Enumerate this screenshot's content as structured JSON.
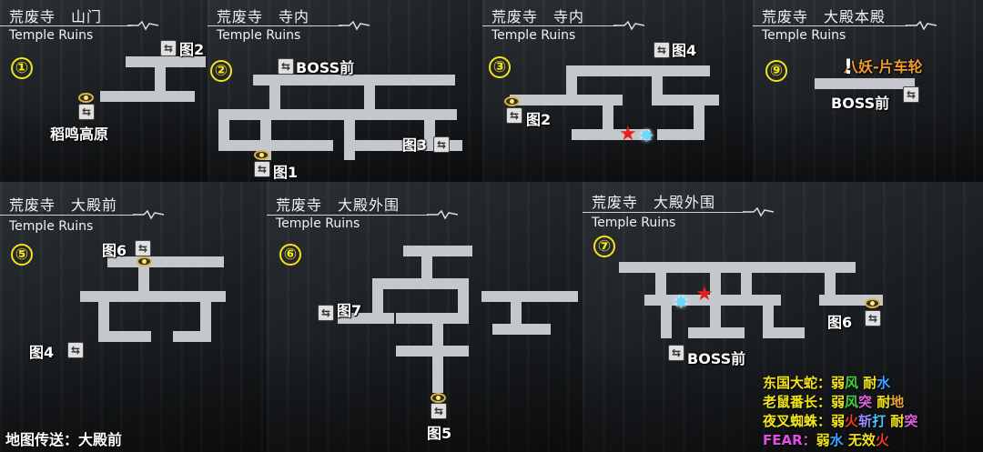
{
  "panels": [
    {
      "place": "荒废寺　山门",
      "sub": "Temple Ruins",
      "num": "①",
      "labels": {
        "warp_a": "图2",
        "eye_a": "稻鸣高原"
      }
    },
    {
      "place": "荒废寺　寺内",
      "sub": "Temple Ruins",
      "num": "②",
      "labels": {
        "warp_a": "BOSS前",
        "warp_b": "图3",
        "eye_a": "图1"
      }
    },
    {
      "place": "荒废寺　寺内",
      "sub": "Temple Ruins",
      "num": "③",
      "labels": {
        "warp_a": "图4",
        "warp_b": "图2"
      }
    },
    {
      "place": "荒废寺　大殿本殿",
      "sub": "Temple Ruins",
      "num": "⑨",
      "labels": {
        "title": "八妖-片车轮",
        "warp_a": "BOSS前",
        "bang": "!"
      }
    },
    {
      "place": "荒废寺　大殿前",
      "sub": "Temple Ruins",
      "num": "⑤",
      "labels": {
        "warp_a": "图6",
        "warp_b": "图4"
      }
    },
    {
      "place": "荒废寺　大殿外围",
      "sub": "Temple Ruins",
      "num": "⑥",
      "labels": {
        "warp_a": "图7",
        "warp_b": "图5"
      }
    },
    {
      "place": "荒废寺　大殿外围",
      "sub": "Temple Ruins",
      "num": "⑦",
      "labels": {
        "warp_a": "图6",
        "warp_b": "BOSS前"
      }
    }
  ],
  "footer": "地图传送：大殿前",
  "legend": [
    {
      "name": "东国大蛇：",
      "parts": [
        {
          "t": "弱",
          "c": "#f5e61a"
        },
        {
          "t": "风",
          "c": "#3fd13f"
        },
        {
          "t": " 耐",
          "c": "#f5e61a"
        },
        {
          "t": "水",
          "c": "#3aa0ff"
        }
      ]
    },
    {
      "name": "老鼠番长：",
      "parts": [
        {
          "t": "弱",
          "c": "#f5e61a"
        },
        {
          "t": "风",
          "c": "#3fd13f"
        },
        {
          "t": "突",
          "c": "#e060e0"
        },
        {
          "t": " 耐",
          "c": "#f5e61a"
        },
        {
          "t": "地",
          "c": "#e8a33a"
        }
      ]
    },
    {
      "name": "夜叉蜘蛛：",
      "parts": [
        {
          "t": "弱",
          "c": "#f5e61a"
        },
        {
          "t": "火",
          "c": "#f03a2a"
        },
        {
          "t": "斩",
          "c": "#9a8cff"
        },
        {
          "t": "打",
          "c": "#49c6ff"
        },
        {
          "t": " 耐",
          "c": "#f5e61a"
        },
        {
          "t": "突",
          "c": "#e060e0"
        }
      ]
    },
    {
      "name": "FEAR：",
      "nameColor": "#e44de4",
      "parts": [
        {
          "t": "弱",
          "c": "#f5e61a"
        },
        {
          "t": "水",
          "c": "#3aa0ff"
        },
        {
          "t": " 无效",
          "c": "#f5e61a"
        },
        {
          "t": "火",
          "c": "#f03a2a"
        }
      ]
    }
  ],
  "legend_name_color": "#f5e61a",
  "colors": {
    "accent_yellow": "#f3e51a",
    "map_path": "#c4c8cc",
    "boss_star": "#e8201c",
    "orange_title": "#f29a2e"
  },
  "icons": {
    "warp": "warp-arrows-icon",
    "eye": "eye-marker-icon",
    "star": "boss-star-icon",
    "burst": "spirit-burst-icon"
  }
}
